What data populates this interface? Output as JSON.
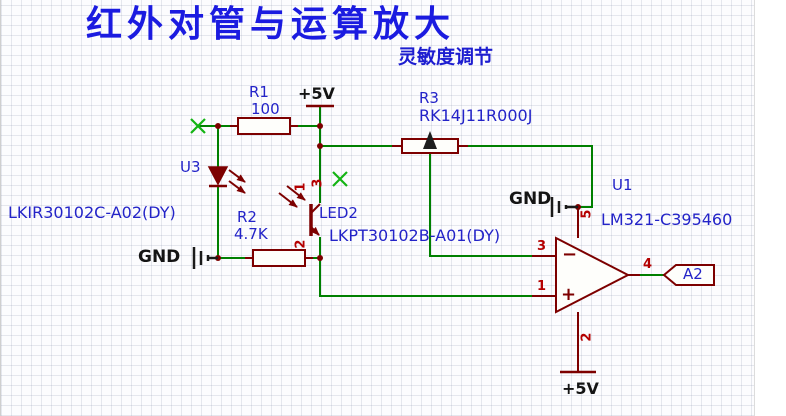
{
  "title": "红外对管与运算放大",
  "subtitle": "灵敏度调节",
  "nets": {
    "vcc_top": "+5V",
    "vcc_bottom": "+5V",
    "gnd_left": "GND",
    "gnd_right": "GND",
    "output_port": "A2"
  },
  "components": {
    "r1": {
      "designator": "R1",
      "value": "100"
    },
    "r2": {
      "designator": "R2",
      "value": "4.7K"
    },
    "r3": {
      "designator": "R3",
      "value": "RK14J11R000J"
    },
    "u3": {
      "designator": "U3",
      "part_number": "LKIR30102C-A02(DY)"
    },
    "led2": {
      "designator": "LED2",
      "part_number": "LKPT30102B-A01(DY)",
      "pin_1": "1",
      "pin_2": "2",
      "pin_3": "3"
    },
    "u1": {
      "designator": "U1",
      "part_number": "LM321-C395460",
      "pin_inverting": "3",
      "pin_noninverting": "1",
      "pin_output": "4",
      "pin_power_top": "5",
      "pin_power_bottom": "2",
      "inverting_sign": "−",
      "noninverting_sign": "+"
    }
  },
  "colors": {
    "wire": "#008000",
    "component_outline": "#7d0000",
    "pin_number": "#b40000",
    "label_blue": "#2323c8",
    "title_blue": "#1b1be0",
    "no_connect_flag": "#14b414",
    "power_text": "#141414",
    "grid": "#e4e6ee"
  }
}
